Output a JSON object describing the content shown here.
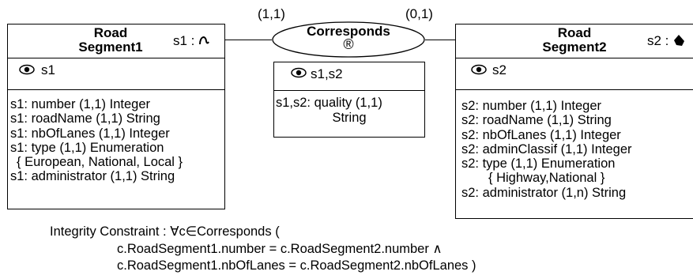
{
  "entity1": {
    "title_line1": "Road",
    "title_line2": "Segment1",
    "tag": "s1 :",
    "tag_icon": "curve-icon",
    "id_label": "s1",
    "attributes": [
      "s1: number (1,1) Integer",
      "s1: roadName (1,1) String",
      "s1: nbOfLanes (1,1) Integer",
      "s1: type (1,1) Enumeration",
      "{ European, National, Local }",
      "s1: administrator (1,1) String"
    ]
  },
  "entity2": {
    "title_line1": "Road",
    "title_line2": "Segment2",
    "tag": "s2 :",
    "tag_icon": "polygon-icon",
    "id_label": "s2",
    "attributes": [
      "s2: number (1,1) Integer",
      "s2: roadName (1,1) String",
      "s2: nbOfLanes (1,1) Integer",
      "s2: adminClassif (1,1) Integer",
      "s2: type (1,1) Enumeration",
      "{ Highway,National }",
      "s2: administrator (1,n) String"
    ]
  },
  "relationship": {
    "name": "Corresponds",
    "symbol": "®",
    "card_left": "(1,1)",
    "card_right": "(0,1)",
    "id_label": "s1,s2",
    "attribute_line1": "s1,s2: quality (1,1)",
    "attribute_line2": "String"
  },
  "constraint": {
    "line1": "Integrity Constraint : ∀c∈Corresponds (",
    "line2": "c.RoadSegment1.number = c.RoadSegment2.number ∧",
    "line3": "c.RoadSegment1.nbOfLanes = c.RoadSegment2.nbOfLanes )"
  }
}
